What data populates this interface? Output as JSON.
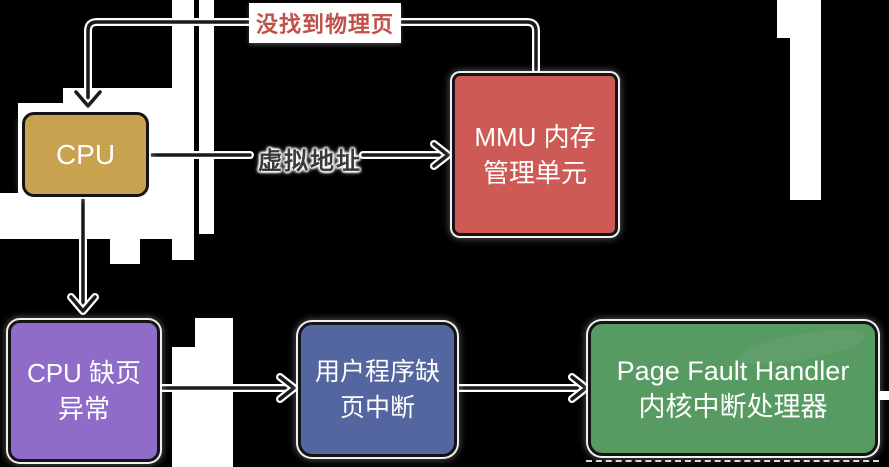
{
  "diagram": {
    "background": "#000000",
    "arrow_color": "#191919",
    "halo_color": "#ffffff",
    "nodes": {
      "cpu": {
        "label": "CPU",
        "fill": "#c9a24f",
        "text_color": "#ffffff"
      },
      "mmu": {
        "line1": "MMU 内存",
        "line2": "管理单元",
        "fill": "#cd5a54",
        "text_color": "#ffffff"
      },
      "cpu_page_fault": {
        "line1": "CPU 缺页",
        "line2": "异常",
        "fill": "#8e6cc8",
        "text_color": "#ffffff"
      },
      "user_page_interrupt": {
        "line1": "用户程序缺",
        "line2": "页中断",
        "fill": "#54669f",
        "text_color": "#ffffff"
      },
      "page_fault_handler": {
        "line1": "Page Fault Handler",
        "line2": "内核中断处理器",
        "fill": "#579a62",
        "text_color": "#ffffff"
      }
    },
    "labels": {
      "not_found": {
        "text": "没找到物理页",
        "color": "#c0504a",
        "bg": "#ffffff"
      },
      "virtual_address": {
        "text": "虚拟地址",
        "color": "#3a3a3a"
      }
    }
  }
}
